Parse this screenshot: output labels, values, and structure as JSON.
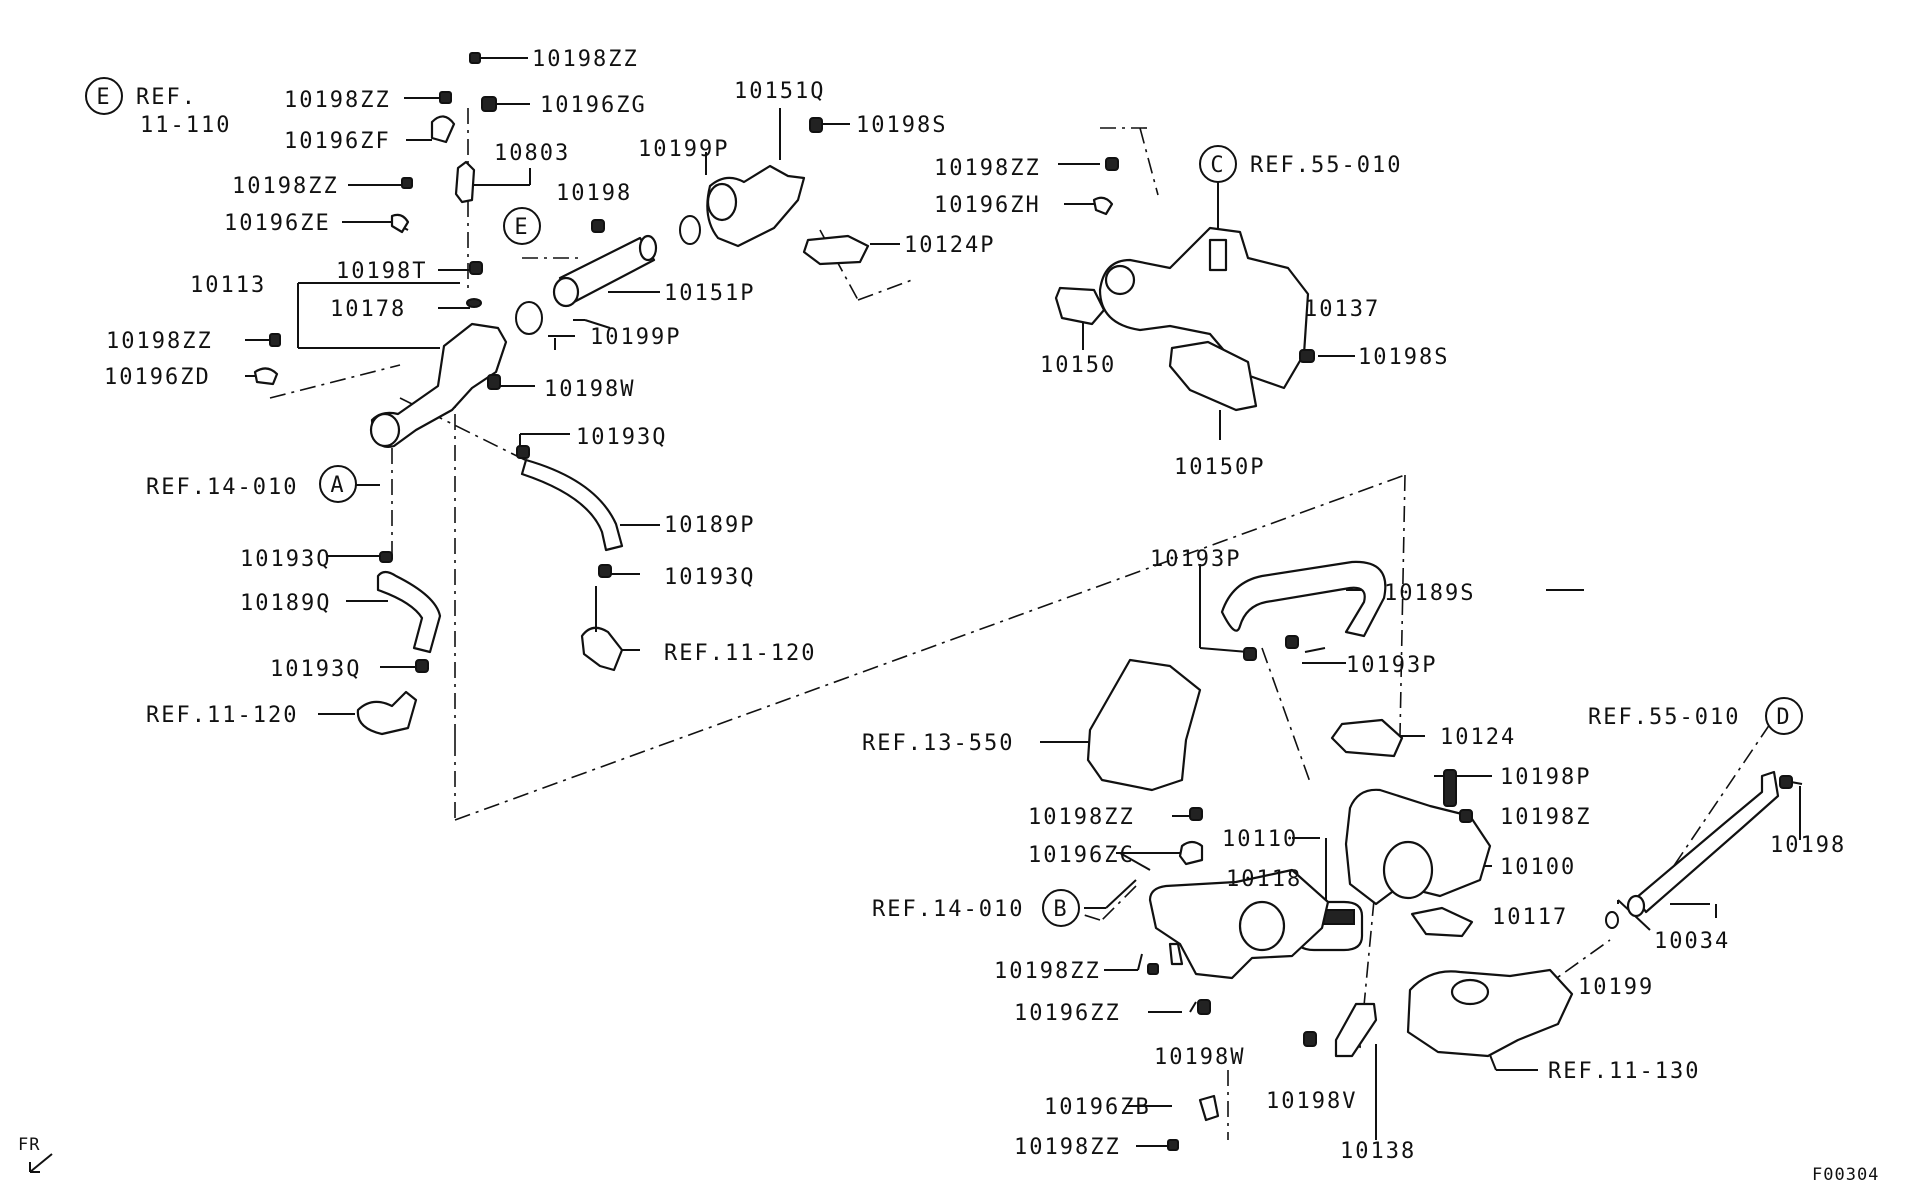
{
  "labels": [
    {
      "id": "l01",
      "text": "10198ZZ"
    },
    {
      "id": "l02",
      "text": "10198ZZ"
    },
    {
      "id": "l03",
      "text": "10196ZG"
    },
    {
      "id": "l04",
      "text": "REF."
    },
    {
      "id": "l05",
      "text": "11-110"
    },
    {
      "id": "l06",
      "text": "10196ZF"
    },
    {
      "id": "l07",
      "text": "10151Q"
    },
    {
      "id": "l08",
      "text": "10198S"
    },
    {
      "id": "l09",
      "text": "10803"
    },
    {
      "id": "l10",
      "text": "10199P"
    },
    {
      "id": "l11",
      "text": "10198ZZ"
    },
    {
      "id": "l12",
      "text": "10198ZZ"
    },
    {
      "id": "l13",
      "text": "10198"
    },
    {
      "id": "l14",
      "text": "10196ZH"
    },
    {
      "id": "l15",
      "text": "REF.55-010"
    },
    {
      "id": "l16",
      "text": "10196ZE"
    },
    {
      "id": "l17",
      "text": "10124P"
    },
    {
      "id": "l18",
      "text": "10113"
    },
    {
      "id": "l19",
      "text": "10198T"
    },
    {
      "id": "l20",
      "text": "10151P"
    },
    {
      "id": "l21",
      "text": "10178"
    },
    {
      "id": "l22",
      "text": "10137"
    },
    {
      "id": "l23",
      "text": "10199P"
    },
    {
      "id": "l24",
      "text": "10198ZZ"
    },
    {
      "id": "l25",
      "text": "10198S"
    },
    {
      "id": "l26",
      "text": "10150"
    },
    {
      "id": "l27",
      "text": "10196ZD"
    },
    {
      "id": "l28",
      "text": "10198W"
    },
    {
      "id": "l29",
      "text": "10193Q"
    },
    {
      "id": "l30",
      "text": "10150P"
    },
    {
      "id": "l31",
      "text": "REF.14-010"
    },
    {
      "id": "l32",
      "text": "10189P"
    },
    {
      "id": "l33",
      "text": "10193Q"
    },
    {
      "id": "l34",
      "text": "10193P"
    },
    {
      "id": "l35",
      "text": "10193Q"
    },
    {
      "id": "l36",
      "text": "10189S"
    },
    {
      "id": "l37",
      "text": "10189Q"
    },
    {
      "id": "l38",
      "text": "REF.11-120"
    },
    {
      "id": "l39",
      "text": "10193P"
    },
    {
      "id": "l40",
      "text": "10193Q"
    },
    {
      "id": "l41",
      "text": "REF.55-010"
    },
    {
      "id": "l42",
      "text": "REF.11-120"
    },
    {
      "id": "l43",
      "text": "REF.13-550"
    },
    {
      "id": "l44",
      "text": "10124"
    },
    {
      "id": "l45",
      "text": "10198P"
    },
    {
      "id": "l46",
      "text": "10198ZZ"
    },
    {
      "id": "l47",
      "text": "10198Z"
    },
    {
      "id": "l48",
      "text": "10110"
    },
    {
      "id": "l49",
      "text": "10198"
    },
    {
      "id": "l50",
      "text": "10196ZC"
    },
    {
      "id": "l51",
      "text": "10100"
    },
    {
      "id": "l52",
      "text": "10118"
    },
    {
      "id": "l53",
      "text": "REF.14-010"
    },
    {
      "id": "l54",
      "text": "10117"
    },
    {
      "id": "l55",
      "text": "10034"
    },
    {
      "id": "l56",
      "text": "10198ZZ"
    },
    {
      "id": "l57",
      "text": "10199"
    },
    {
      "id": "l58",
      "text": "10196ZZ"
    },
    {
      "id": "l59",
      "text": "10198W"
    },
    {
      "id": "l60",
      "text": "REF.11-130"
    },
    {
      "id": "l61",
      "text": "10198V"
    },
    {
      "id": "l62",
      "text": "10196ZB"
    },
    {
      "id": "l63",
      "text": "10198ZZ"
    },
    {
      "id": "l64",
      "text": "10138"
    },
    {
      "id": "l65",
      "text": "FR"
    },
    {
      "id": "l66",
      "text": "F00304"
    }
  ],
  "callouts": [
    {
      "id": "cE1",
      "letter": "E"
    },
    {
      "id": "cE2",
      "letter": "E"
    },
    {
      "id": "cC",
      "letter": "C"
    },
    {
      "id": "cA",
      "letter": "A"
    },
    {
      "id": "cB",
      "letter": "B"
    },
    {
      "id": "cD",
      "letter": "D"
    }
  ]
}
